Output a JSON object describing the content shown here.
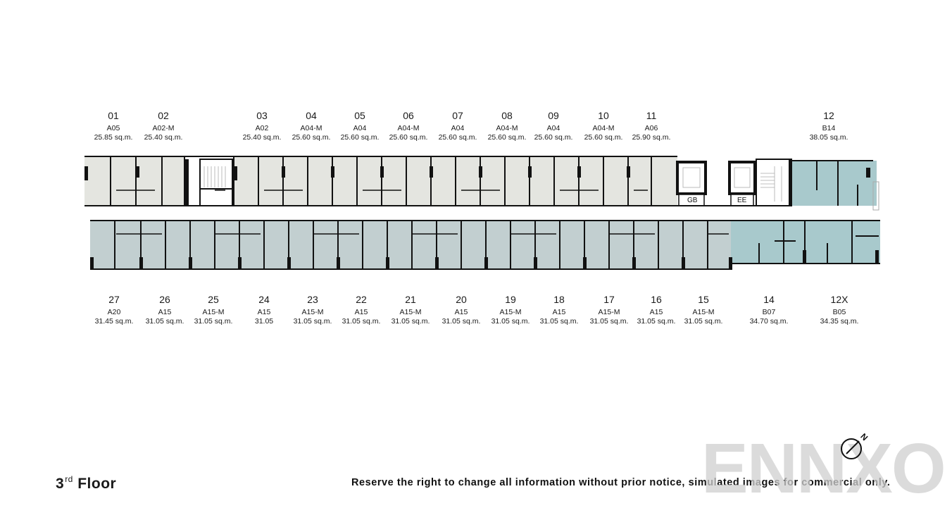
{
  "floor": {
    "ordinal": "3",
    "suffix": "rd",
    "label": "Floor"
  },
  "disclaimer": "Reserve the right to change all information without prior notice, simulated images for commercial only.",
  "watermark": "ENNXO",
  "compass": {
    "label": "N"
  },
  "colors": {
    "studio": "#e4e5e0",
    "one_bed": "#c2cfd0",
    "two_bed": "#a8c9cc",
    "wall": "#111111",
    "corridor": "#ffffff"
  },
  "service_rooms": [
    {
      "label": "GB"
    },
    {
      "label": "EE"
    }
  ],
  "north_units": [
    {
      "num": "01",
      "type": "A05",
      "area": "25.85 sq.m."
    },
    {
      "num": "02",
      "type": "A02-M",
      "area": "25.40 sq.m."
    },
    {
      "num": "03",
      "type": "A02",
      "area": "25.40 sq.m."
    },
    {
      "num": "04",
      "type": "A04-M",
      "area": "25.60 sq.m."
    },
    {
      "num": "05",
      "type": "A04",
      "area": "25.60 sq.m."
    },
    {
      "num": "06",
      "type": "A04-M",
      "area": "25.60 sq.m."
    },
    {
      "num": "07",
      "type": "A04",
      "area": "25.60 sq.m."
    },
    {
      "num": "08",
      "type": "A04-M",
      "area": "25.60 sq.m."
    },
    {
      "num": "09",
      "type": "A04",
      "area": "25.60 sq.m."
    },
    {
      "num": "10",
      "type": "A04-M",
      "area": "25.60 sq.m."
    },
    {
      "num": "11",
      "type": "A06",
      "area": "25.90 sq.m."
    },
    {
      "num": "12",
      "type": "B14",
      "area": "38.05 sq.m."
    }
  ],
  "south_units": [
    {
      "num": "27",
      "type": "A20",
      "area": "31.45 sq.m."
    },
    {
      "num": "26",
      "type": "A15",
      "area": "31.05 sq.m."
    },
    {
      "num": "25",
      "type": "A15-M",
      "area": "31.05 sq.m."
    },
    {
      "num": "24",
      "type": "A15",
      "area": "31.05"
    },
    {
      "num": "23",
      "type": "A15-M",
      "area": "31.05 sq.m."
    },
    {
      "num": "22",
      "type": "A15",
      "area": "31.05 sq.m."
    },
    {
      "num": "21",
      "type": "A15-M",
      "area": "31.05 sq.m."
    },
    {
      "num": "20",
      "type": "A15",
      "area": "31.05 sq.m."
    },
    {
      "num": "19",
      "type": "A15-M",
      "area": "31.05 sq.m."
    },
    {
      "num": "18",
      "type": "A15",
      "area": "31.05 sq.m."
    },
    {
      "num": "17",
      "type": "A15-M",
      "area": "31.05 sq.m."
    },
    {
      "num": "16",
      "type": "A15",
      "area": "31.05 sq.m."
    },
    {
      "num": "15",
      "type": "A15-M",
      "area": "31.05 sq.m."
    },
    {
      "num": "14",
      "type": "B07",
      "area": "34.70 sq.m."
    },
    {
      "num": "12X",
      "type": "B05",
      "area": "34.35 sq.m."
    }
  ]
}
